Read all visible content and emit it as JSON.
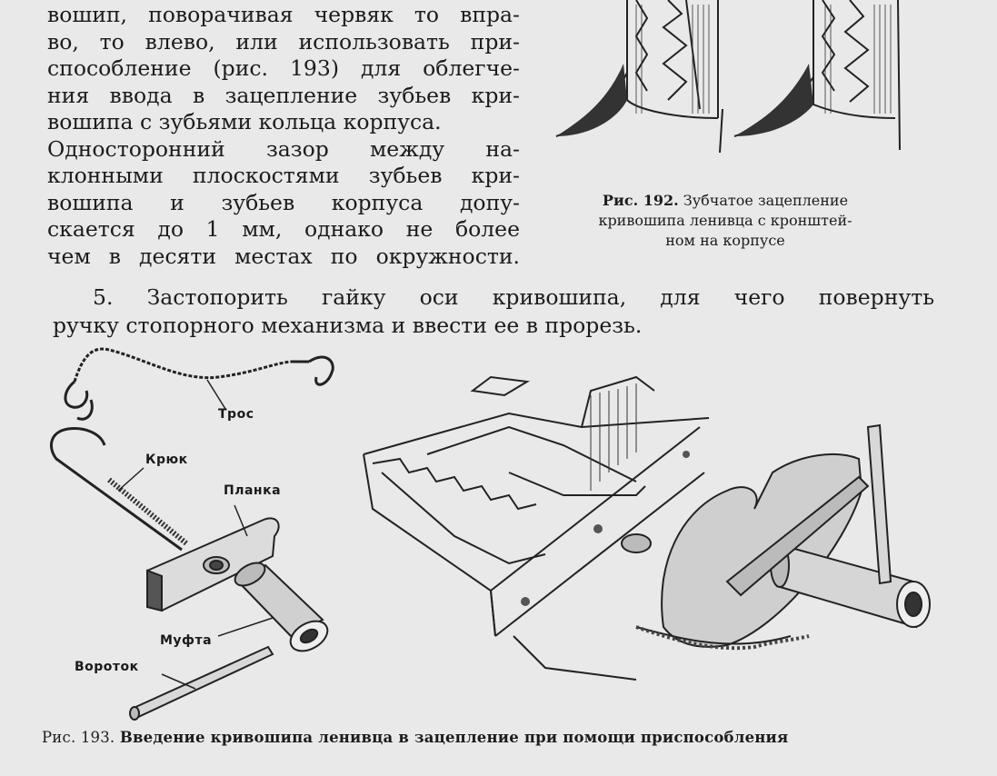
{
  "body_lines": [
    "вошип, поворачивая червяк то впра-",
    "во, то влево, или использовать при-",
    "способление (рис. 193) для облегче-",
    "ния ввода в зацепление зубьев кри-",
    "вошипа с зубьями кольца корпуса.",
    "Односторонний зазор между на-",
    "клонными плоскостями зубьев кри-",
    "вошипа и зубьев корпуса допу-",
    "скается до 1 мм, однако не более",
    "чем в десяти местах по окружности."
  ],
  "fig192_caption": {
    "number": "Рис. 192.",
    "text": "Зубчатое зацепление кривошипа ленивца с кронштей-ном на корпусе",
    "line1": "Зубчатое зацепление",
    "line2": "кривошипа ленивца с кронштей-",
    "line3": "ном на корпусе"
  },
  "item5_lines": [
    "5. Застопорить гайку оси кривошипа, для чего повернуть",
    "ручку стопорного механизма и ввести ее в прорезь."
  ],
  "fig193_labels": {
    "tros": "Трос",
    "kryuk": "Крюк",
    "planka": "Планка",
    "mufta": "Муфта",
    "vorotok": "Вороток"
  },
  "fig193_caption": {
    "number": "Рис. 193.",
    "text": "Введение кривошипа ленивца в зацепление при помощи приспособления"
  }
}
